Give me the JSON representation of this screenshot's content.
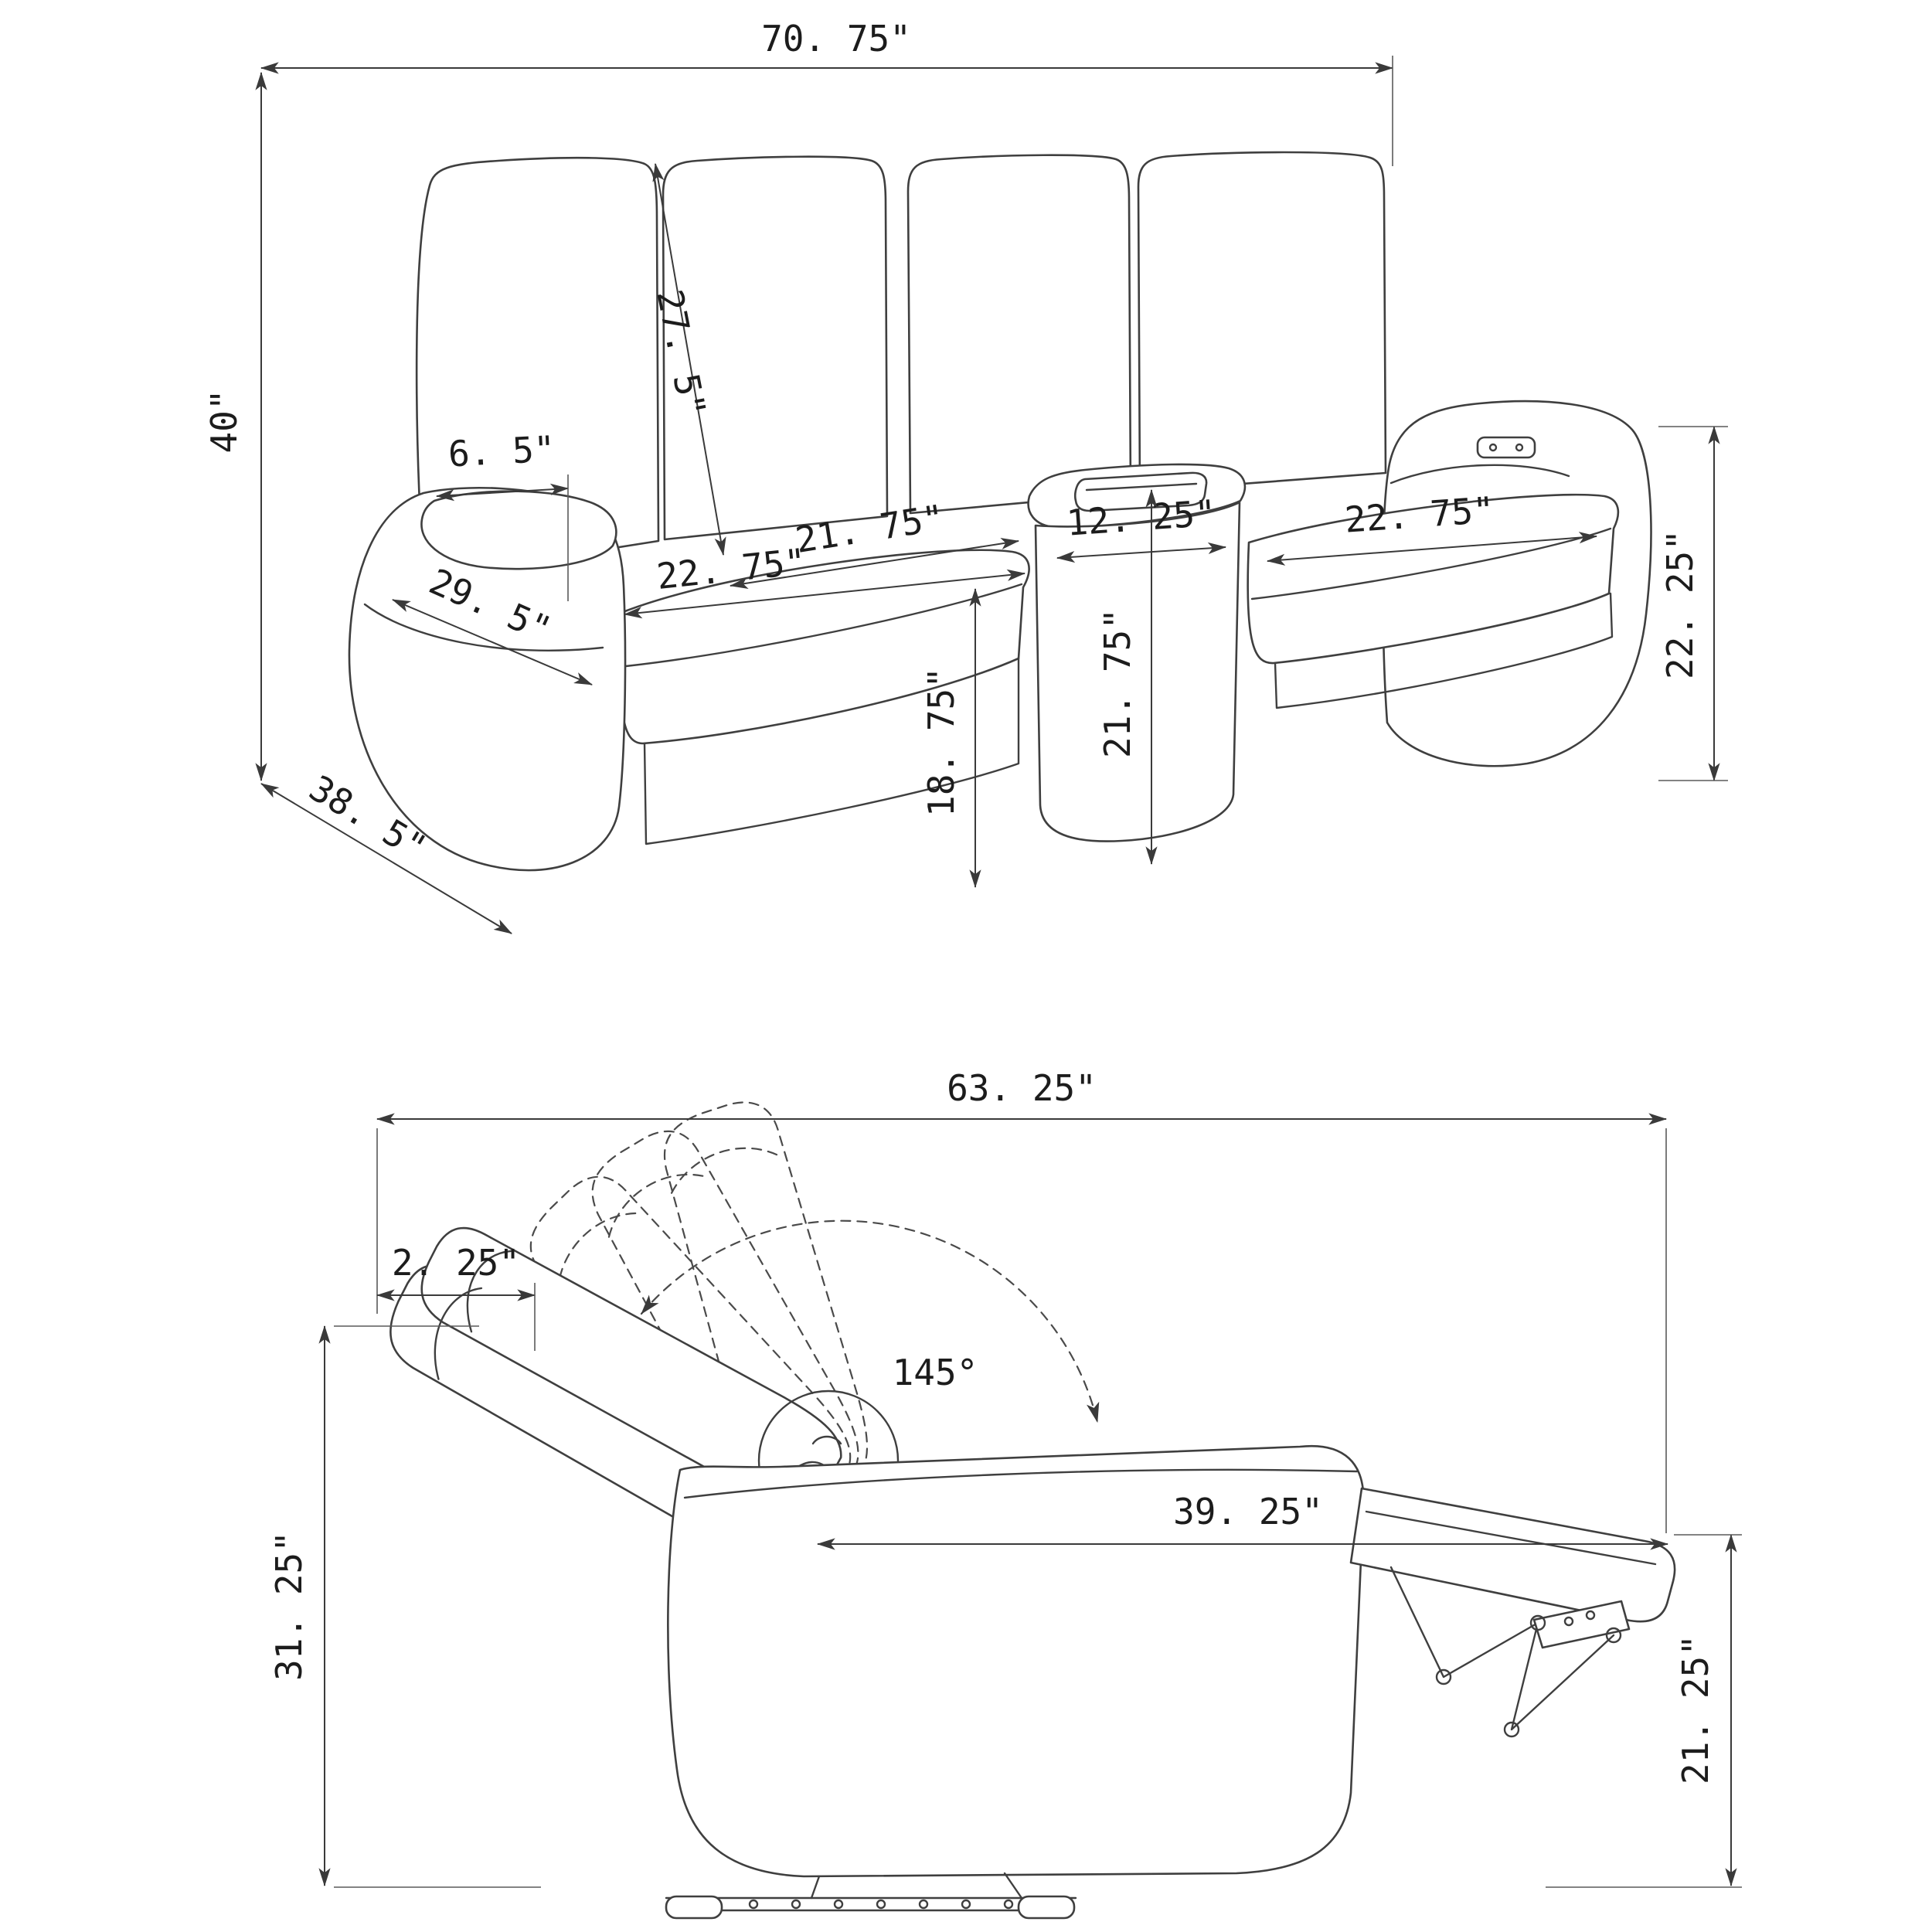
{
  "figure": {
    "background": "#ffffff",
    "line_color": "#3f3f3f",
    "text_color": "#1c1c1c"
  },
  "loveseat_view": {
    "description": "power reclining loveseat with storage console, front three-quarter dimension view",
    "dims": {
      "overall_width": "70. 75\"",
      "overall_height": "40\"",
      "overall_depth": "38. 5\"",
      "back_height": "27. 5\"",
      "arm_top_width": "6. 5\"",
      "seat_depth": "21. 75\"",
      "seat_width_left": "22. 75\"",
      "console_width": "12. 25\"",
      "seat_width_right": "22. 75\"",
      "arm_depth": "29. 5\"",
      "seat_height": "18. 75\"",
      "console_height": "21. 75\"",
      "arm_height": "22. 25\""
    }
  },
  "recliner_view": {
    "description": "recliner side profile shown fully reclined with dashed intermediate back positions",
    "dims": {
      "reclined_length": "63. 25\"",
      "wall_clearance": "2. 25\"",
      "recline_angle": "145°",
      "seat_to_footrest_length": "39. 25\"",
      "back_height_reclined": "31. 25\"",
      "footrest_height": "21. 25\""
    }
  }
}
